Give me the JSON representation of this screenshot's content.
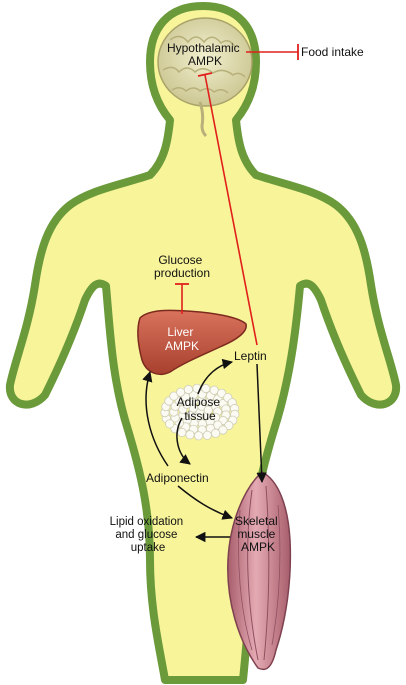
{
  "labels": {
    "hypothalamic_ampk": [
      "Hypothalamic",
      "AMPK"
    ],
    "food_intake": "Food intake",
    "glucose_production": [
      "Glucose",
      "production"
    ],
    "liver_ampk": [
      "Liver",
      "AMPK"
    ],
    "leptin": "Leptin",
    "adipose_tissue": [
      "Adipose",
      "tissue"
    ],
    "adiponectin": "Adiponectin",
    "skeletal_muscle_ampk": [
      "Skeletal",
      "muscle",
      "AMPK"
    ],
    "lipid_oxidation": [
      "Lipid oxidation",
      "and glucose",
      "uptake"
    ]
  },
  "colors": {
    "body_fill": "#f8f49a",
    "body_outline": "#6b9a3a",
    "inhibition_line": "#e0201b",
    "activation_arrow": "#111111",
    "liver": "#c8553f",
    "muscle": "#c9848f",
    "brain": "#ddd9a8"
  },
  "icons": [
    "brain-icon",
    "liver-icon",
    "adipose-cluster-icon",
    "muscle-icon"
  ]
}
